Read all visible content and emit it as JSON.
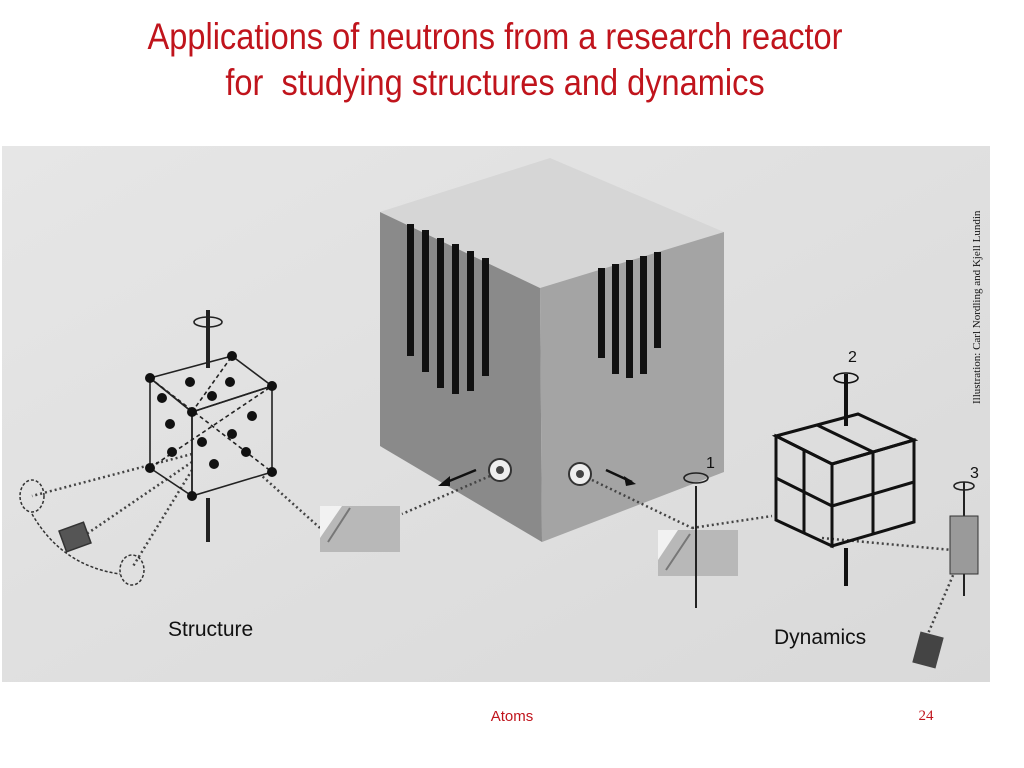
{
  "slide": {
    "title_line1": "Applications of neutrons from a research reactor",
    "title_line2": "for  studying structures and dynamics",
    "footer_text": "Atoms",
    "slide_number": "24",
    "accent_color": "#c0141c"
  },
  "figure": {
    "label_structure": "Structure",
    "label_dynamics": "Dynamics",
    "marker_1": "1",
    "marker_2": "2",
    "marker_3": "3",
    "credit": "Illustration: Carl Nordling and Kjell Lundin"
  }
}
